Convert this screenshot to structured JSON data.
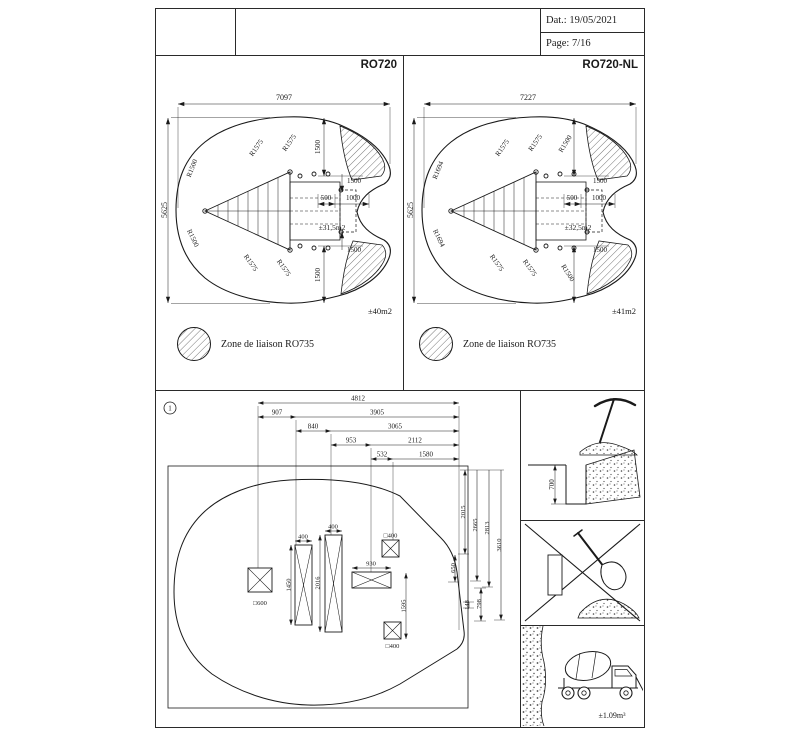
{
  "title_block": {
    "date": "Dat.: 19/05/2021",
    "page": "Page: 7/16"
  },
  "products": {
    "left": "RO720",
    "right": "RO720-NL"
  },
  "plan_left": {
    "dim_width": "7097",
    "dim_height": "5625",
    "r_top_1": "R1575",
    "r_top_2": "R1575",
    "r_left_1": "R1500",
    "r_left_2": "R1500",
    "r_bottom_1": "R1575",
    "r_bottom_2": "R1575",
    "dim_right_top_v": "1500",
    "dim_right_top_h": "1500",
    "dim_500": "500",
    "dim_1000": "1000",
    "dim_right_bottom_h": "1500",
    "dim_right_bottom_v": "1500",
    "area_platform": "±31,5m2",
    "area_total": "±40m2"
  },
  "plan_right": {
    "dim_width": "7227",
    "dim_height": "5625",
    "r_top_1": "R1575",
    "r_top_2": "R1575",
    "r_left_1": "R1694",
    "r_left_2": "R1694",
    "r_right_1": "R1500",
    "r_right_2": "R1500",
    "r_bottom_1": "R1575",
    "r_bottom_2": "R1575",
    "dim_right_top": "1500",
    "dim_500": "500",
    "dim_1000": "1000",
    "dim_right_bottom": "1500",
    "area_platform": "±32,5m2",
    "area_total": "±41m2"
  },
  "legend": {
    "left": "Zone de liaison RO735",
    "right": "Zone de liaison RO735"
  },
  "foundation": {
    "marker": "1",
    "top_dims": {
      "total": "4812",
      "a": "907",
      "b": "3905",
      "c": "840",
      "d": "3065",
      "e": "953",
      "f": "2112",
      "g": "532",
      "h": "1580"
    },
    "right_dims": {
      "a": "2015",
      "b": "2665",
      "c": "2813",
      "d": "3610",
      "e": "650",
      "f": "148",
      "g": "798"
    },
    "inner_dims": {
      "w1": "400",
      "w2": "400",
      "sq_a": "□400",
      "l1": "1450",
      "l2": "2016",
      "w3": "930",
      "l3": "1595",
      "sq_b": "□600",
      "sq_c": "□400"
    }
  },
  "details": {
    "dig_depth": "700",
    "concrete_volume": "±1.09m³"
  },
  "colors": {
    "ink": "#1a1a1a",
    "paper": "#ffffff"
  }
}
